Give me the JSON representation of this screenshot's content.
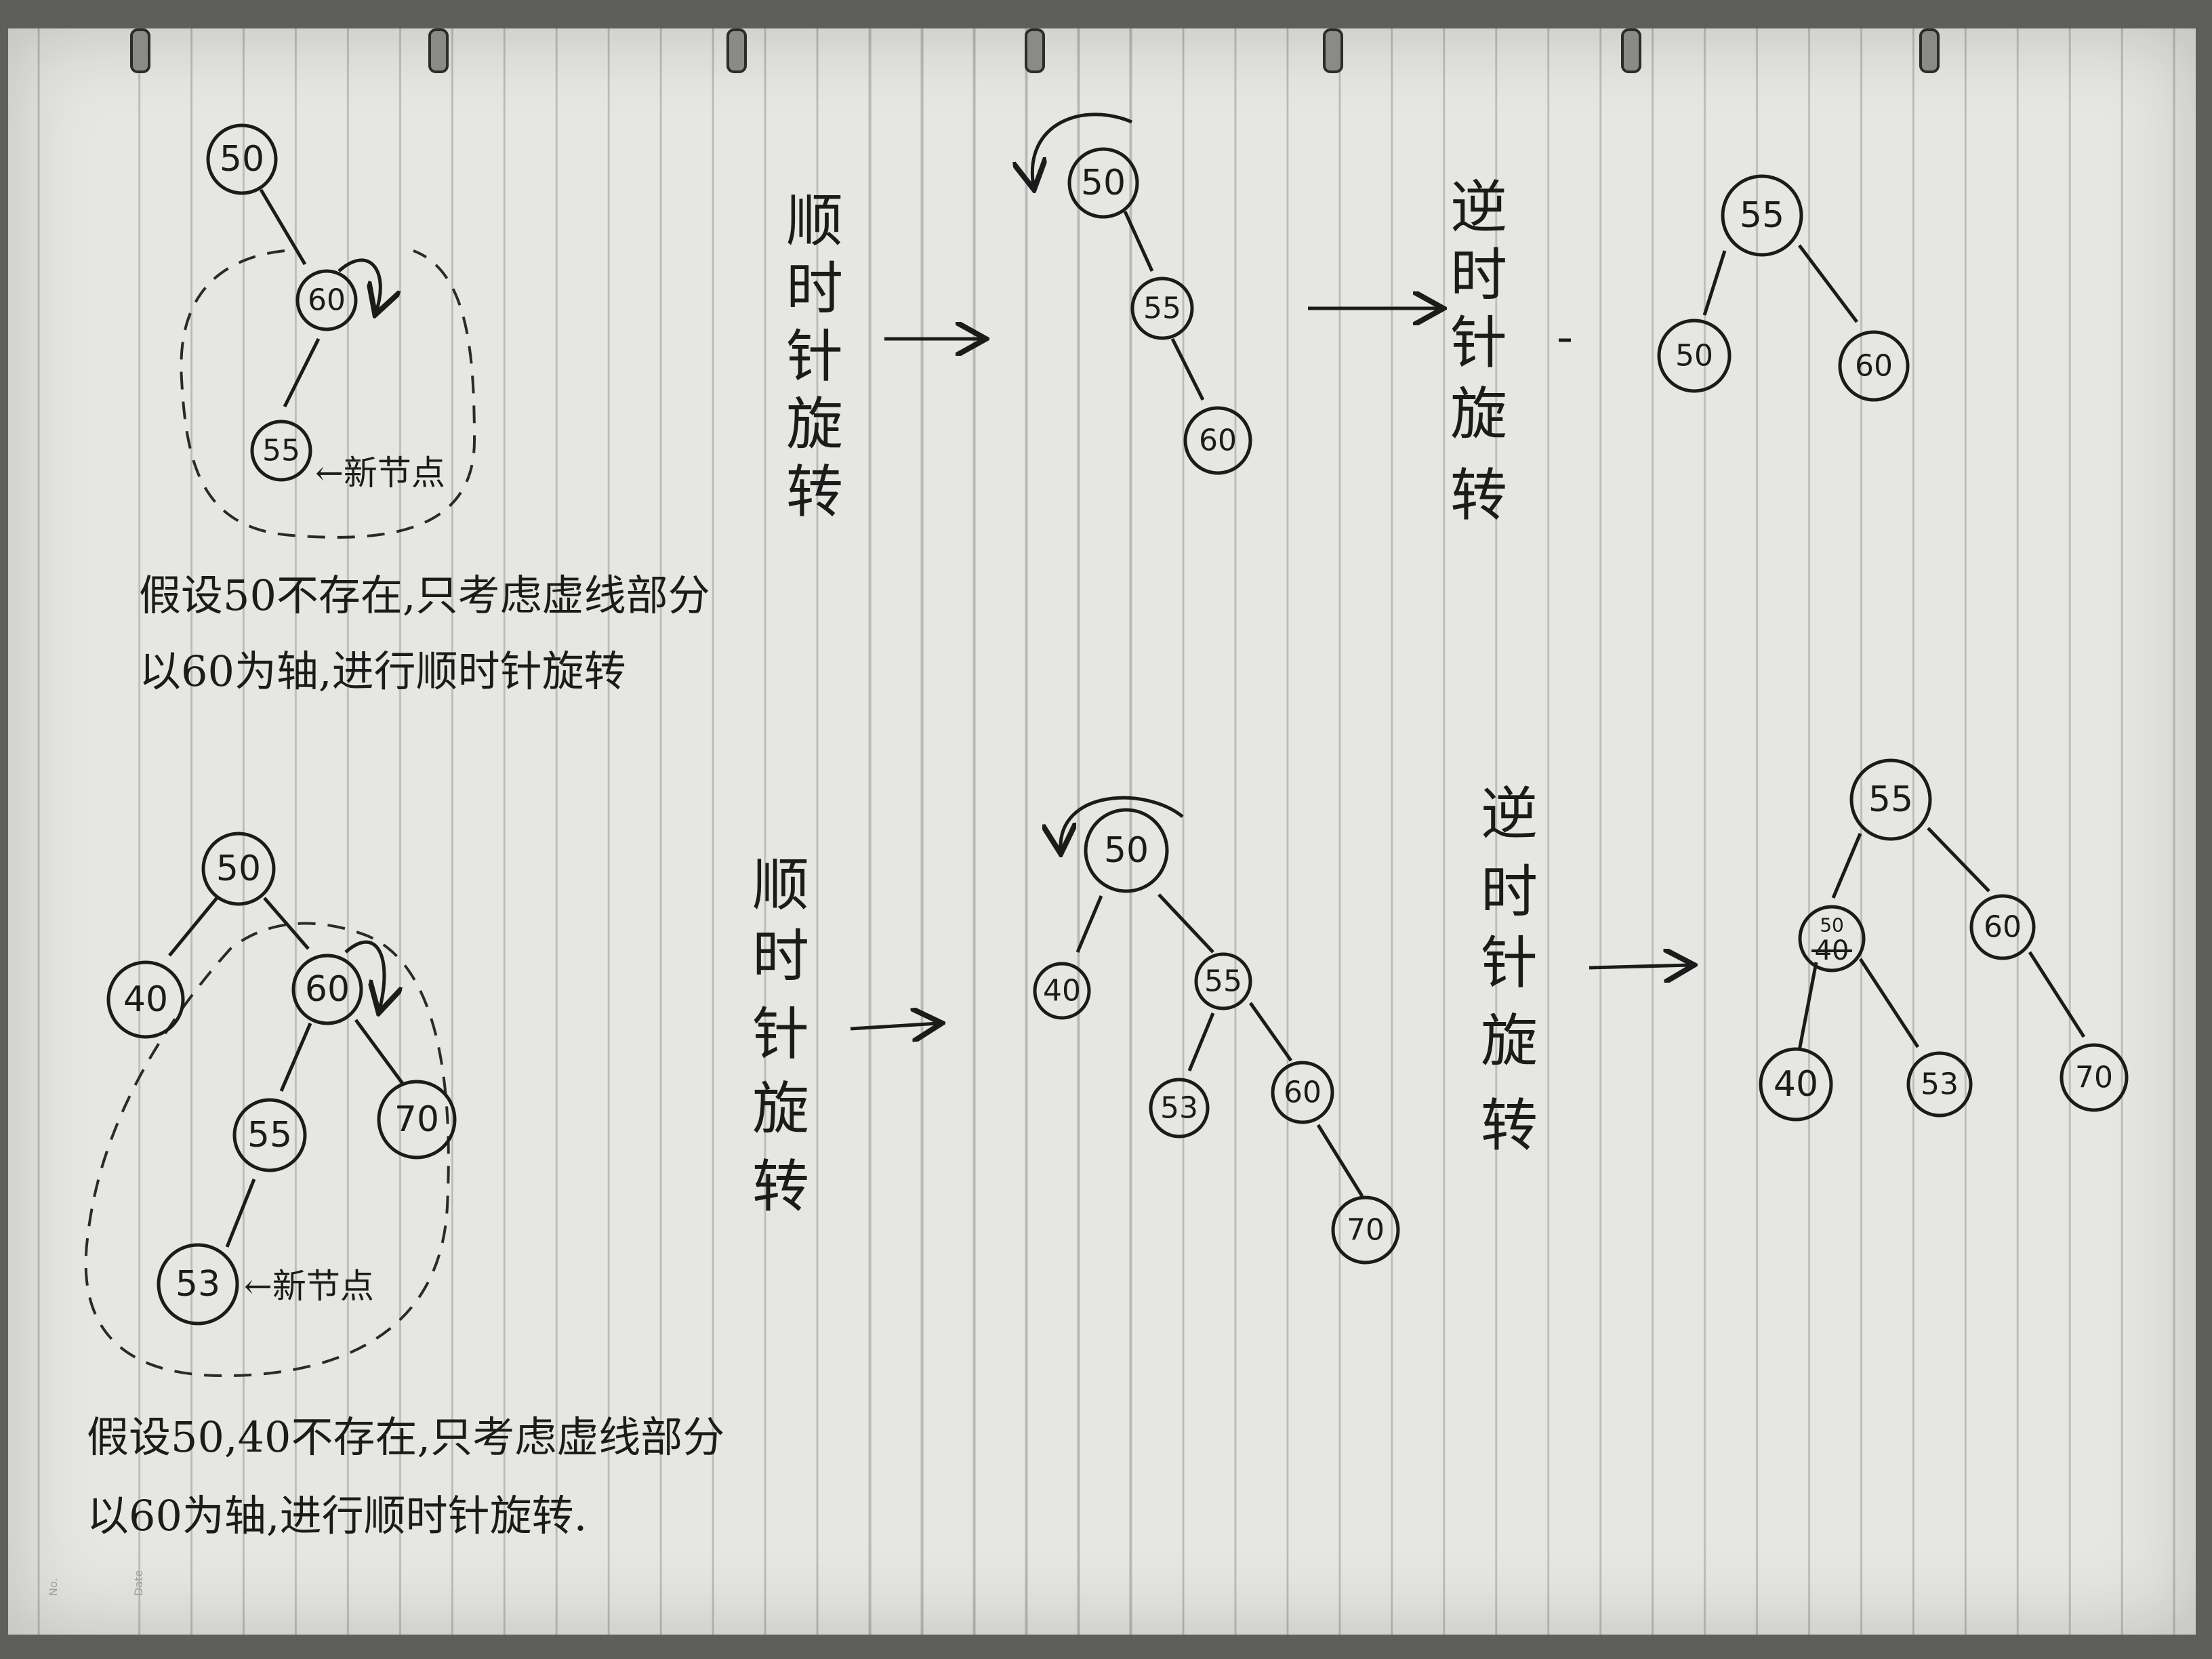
{
  "diagram_1": {
    "node_root": "50",
    "node_axis": "60",
    "node_new": "55",
    "new_node_tag": "←新节点",
    "note_line_1": "假设50不存在,只考虑虚线部分",
    "note_line_2": "以60为轴,进行顺时针旋转",
    "step1_chars": [
      "顺",
      "时",
      "针",
      "旋",
      "转"
    ],
    "step1_nodes": [
      "50",
      "55",
      "60"
    ],
    "step2_chars": [
      "逆",
      "时",
      "针",
      "旋",
      "转"
    ],
    "result_nodes": [
      "55",
      "50",
      "60"
    ]
  },
  "diagram_2": {
    "node_root": "50",
    "node_left": "40",
    "node_axis": "60",
    "node_55": "55",
    "node_70": "70",
    "node_new": "53",
    "new_node_tag": "←新节点",
    "note_line_1": "假设50,40不存在,只考虑虚线部分",
    "note_line_2": "以60为轴,进行顺时针旋转.",
    "step1_chars": [
      "顺",
      "时",
      "针",
      "旋",
      "转"
    ],
    "step1_nodes": [
      "50",
      "40",
      "55",
      "53",
      "60",
      "70"
    ],
    "step2_chars": [
      "逆",
      "时",
      "针",
      "旋",
      "转"
    ],
    "result_nodes": [
      "55",
      "50",
      "40",
      "60",
      "40",
      "53",
      "70"
    ]
  },
  "margin_marks": [
    "No.",
    "Date"
  ],
  "colors": {
    "paper": "#e6e6e2",
    "rule": "#b9b9b6",
    "ink": "#1b1b1b"
  }
}
